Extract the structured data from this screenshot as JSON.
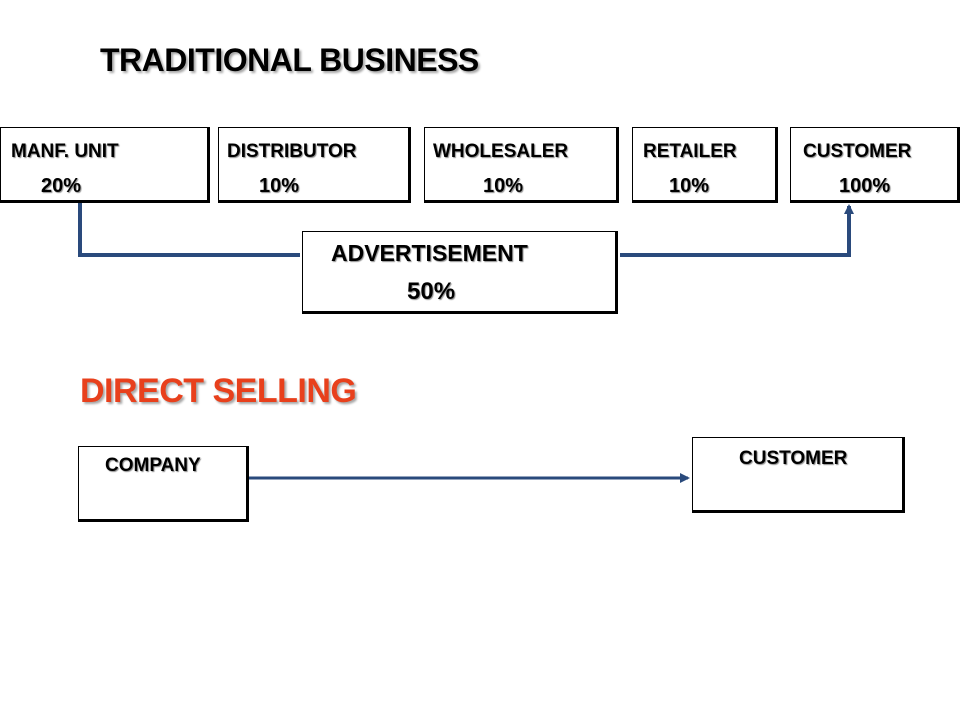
{
  "traditional": {
    "title": "TRADITIONAL BUSINESS",
    "chain": [
      {
        "label": "MANF. UNIT",
        "percent": "20%"
      },
      {
        "label": "DISTRIBUTOR",
        "percent": "10%"
      },
      {
        "label": "WHOLESALER",
        "percent": "10%"
      },
      {
        "label": "RETAILER",
        "percent": "10%"
      },
      {
        "label": "CUSTOMER",
        "percent": "100%"
      }
    ],
    "advertisement": {
      "label": "ADVERTISEMENT",
      "percent": "50%"
    }
  },
  "direct": {
    "title": "DIRECT SELLING",
    "source": {
      "label": "COMPANY"
    },
    "target": {
      "label": "CUSTOMER"
    }
  },
  "colors": {
    "title_direct": "#e8401c",
    "connector": "#2a4a7c",
    "box_border": "#000000"
  }
}
